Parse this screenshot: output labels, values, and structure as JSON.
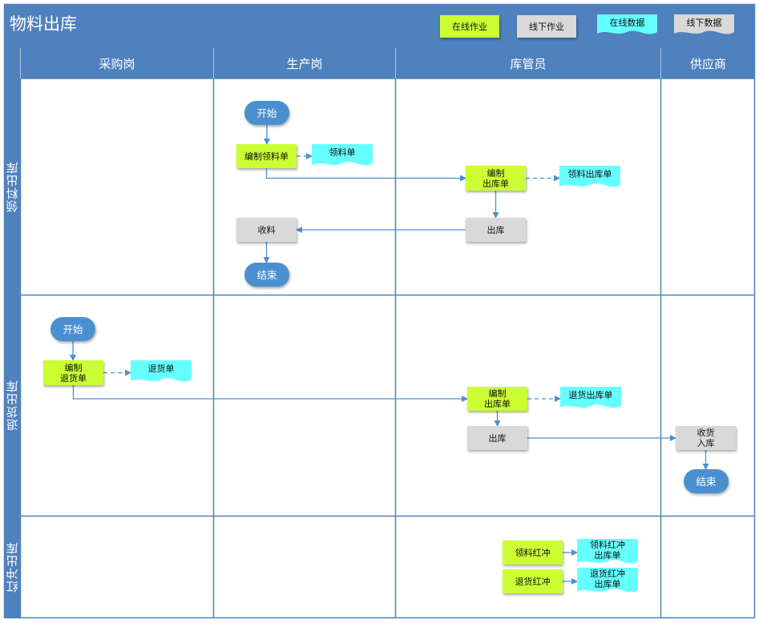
{
  "title": "物料出库",
  "colors": {
    "header_bg": "#4f81bd",
    "grid_line": "#4f81bd",
    "online_task": "#ccff33",
    "offline_task": "#d9d9d9",
    "online_data": "#66ffff",
    "terminal": "#4a90d0",
    "arrow": "#4a90d0"
  },
  "legend": [
    {
      "id": "online_task",
      "label": "在线作业",
      "shape": "rect"
    },
    {
      "id": "offline_task",
      "label": "线下作业",
      "shape": "rect"
    },
    {
      "id": "online_data",
      "label": "在线数据",
      "shape": "doc"
    },
    {
      "id": "offline_data",
      "label": "线下数据",
      "shape": "doc"
    }
  ],
  "lanes": [
    "采购岗",
    "生产岗",
    "库管员",
    "供应商"
  ],
  "rows": [
    "领料出库",
    "退货出库",
    "红冲出库"
  ],
  "nodes": [
    {
      "id": "start1",
      "label": "开始",
      "kind": "terminal"
    },
    {
      "id": "compile_pick",
      "label": "编制领料单",
      "kind": "online_task"
    },
    {
      "id": "pick_doc",
      "label": "领料单",
      "kind": "online_data"
    },
    {
      "id": "compile_out1",
      "label": "编制\n出库单",
      "kind": "online_task"
    },
    {
      "id": "pick_out_doc",
      "label": "领料出库单",
      "kind": "online_data"
    },
    {
      "id": "receive",
      "label": "收料",
      "kind": "offline_task"
    },
    {
      "id": "out1",
      "label": "出库",
      "kind": "offline_task"
    },
    {
      "id": "end1",
      "label": "结束",
      "kind": "terminal"
    },
    {
      "id": "start2",
      "label": "开始",
      "kind": "terminal"
    },
    {
      "id": "compile_return",
      "label": "编制\n退货单",
      "kind": "online_task"
    },
    {
      "id": "return_doc",
      "label": "退货单",
      "kind": "online_data"
    },
    {
      "id": "compile_out2",
      "label": "编制\n出库单",
      "kind": "online_task"
    },
    {
      "id": "return_out_doc",
      "label": "退货出库单",
      "kind": "online_data"
    },
    {
      "id": "out2",
      "label": "出库",
      "kind": "offline_task"
    },
    {
      "id": "receive_in",
      "label": "收货\n入库",
      "kind": "offline_task"
    },
    {
      "id": "end2",
      "label": "结束",
      "kind": "terminal"
    },
    {
      "id": "pick_red",
      "label": "领料红冲",
      "kind": "online_task"
    },
    {
      "id": "pick_red_doc",
      "label": "领料红冲\n出库单",
      "kind": "online_data"
    },
    {
      "id": "return_red",
      "label": "退货红冲",
      "kind": "online_task"
    },
    {
      "id": "return_red_doc",
      "label": "退货红冲\n出库单",
      "kind": "online_data"
    }
  ],
  "edges": [
    {
      "from": "start1",
      "to": "compile_pick",
      "style": "solid"
    },
    {
      "from": "compile_pick",
      "to": "pick_doc",
      "style": "dashed"
    },
    {
      "from": "compile_pick",
      "to": "compile_out1",
      "style": "solid"
    },
    {
      "from": "compile_out1",
      "to": "pick_out_doc",
      "style": "dashed"
    },
    {
      "from": "compile_out1",
      "to": "out1",
      "style": "solid"
    },
    {
      "from": "out1",
      "to": "receive",
      "style": "solid"
    },
    {
      "from": "receive",
      "to": "end1",
      "style": "solid"
    },
    {
      "from": "start2",
      "to": "compile_return",
      "style": "solid"
    },
    {
      "from": "compile_return",
      "to": "return_doc",
      "style": "dashed"
    },
    {
      "from": "compile_return",
      "to": "compile_out2",
      "style": "solid"
    },
    {
      "from": "compile_out2",
      "to": "return_out_doc",
      "style": "dashed"
    },
    {
      "from": "compile_out2",
      "to": "out2",
      "style": "solid"
    },
    {
      "from": "out2",
      "to": "receive_in",
      "style": "solid"
    },
    {
      "from": "receive_in",
      "to": "end2",
      "style": "solid"
    },
    {
      "from": "pick_red",
      "to": "pick_red_doc",
      "style": "solid"
    },
    {
      "from": "return_red",
      "to": "return_red_doc",
      "style": "solid"
    }
  ]
}
